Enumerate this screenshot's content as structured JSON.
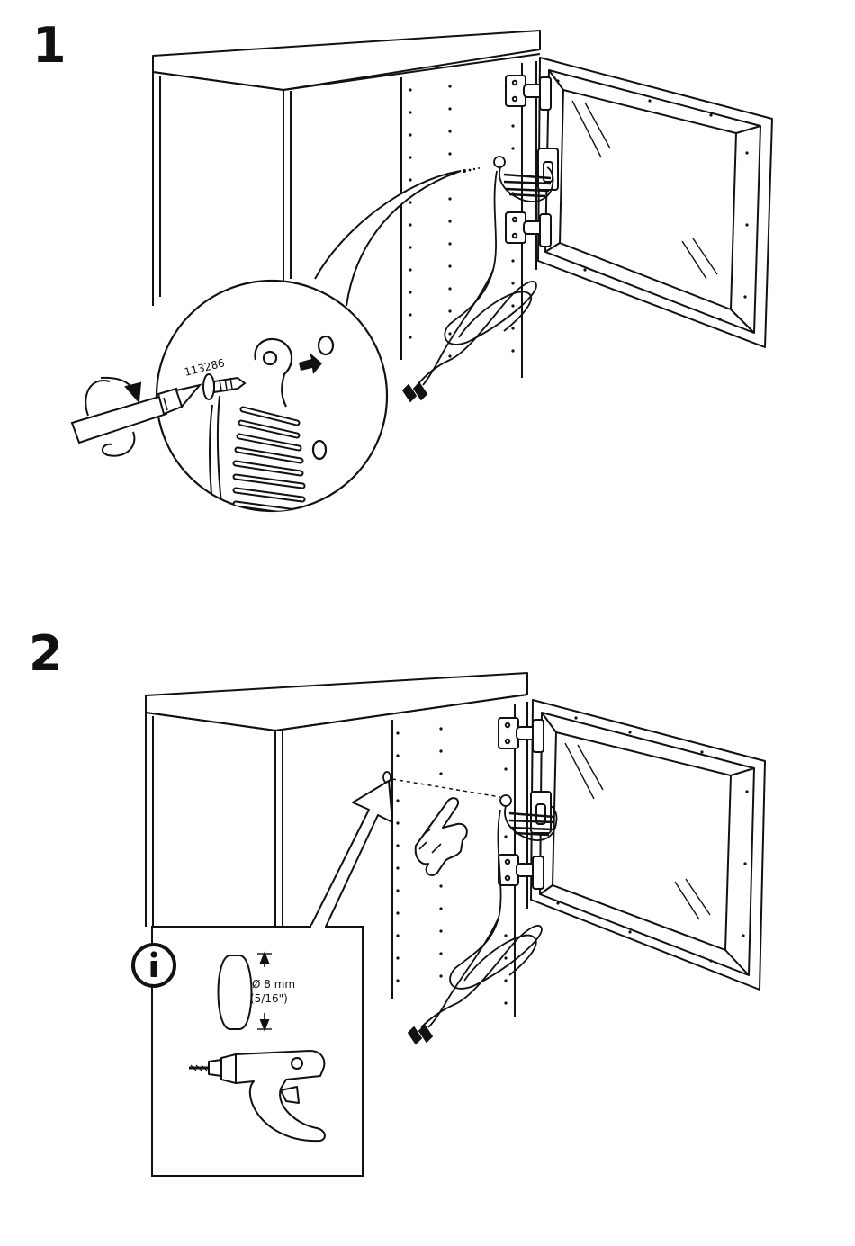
{
  "steps": [
    {
      "number": "1",
      "part_number": "113286"
    },
    {
      "number": "2",
      "info_icon": "info-icon",
      "drill_bit": {
        "diameter": "Ø 8 mm",
        "diameter_imperial": "(5/16\")"
      }
    }
  ],
  "icons": {
    "screwdriver": "screwdriver-icon",
    "rotate": "rotate-arrow-icon",
    "push": "push-arrow-icon",
    "pointing_hand": "pointing-hand-icon",
    "drill": "power-drill-icon"
  },
  "colors": {
    "line": "#111111",
    "background": "#ffffff"
  }
}
